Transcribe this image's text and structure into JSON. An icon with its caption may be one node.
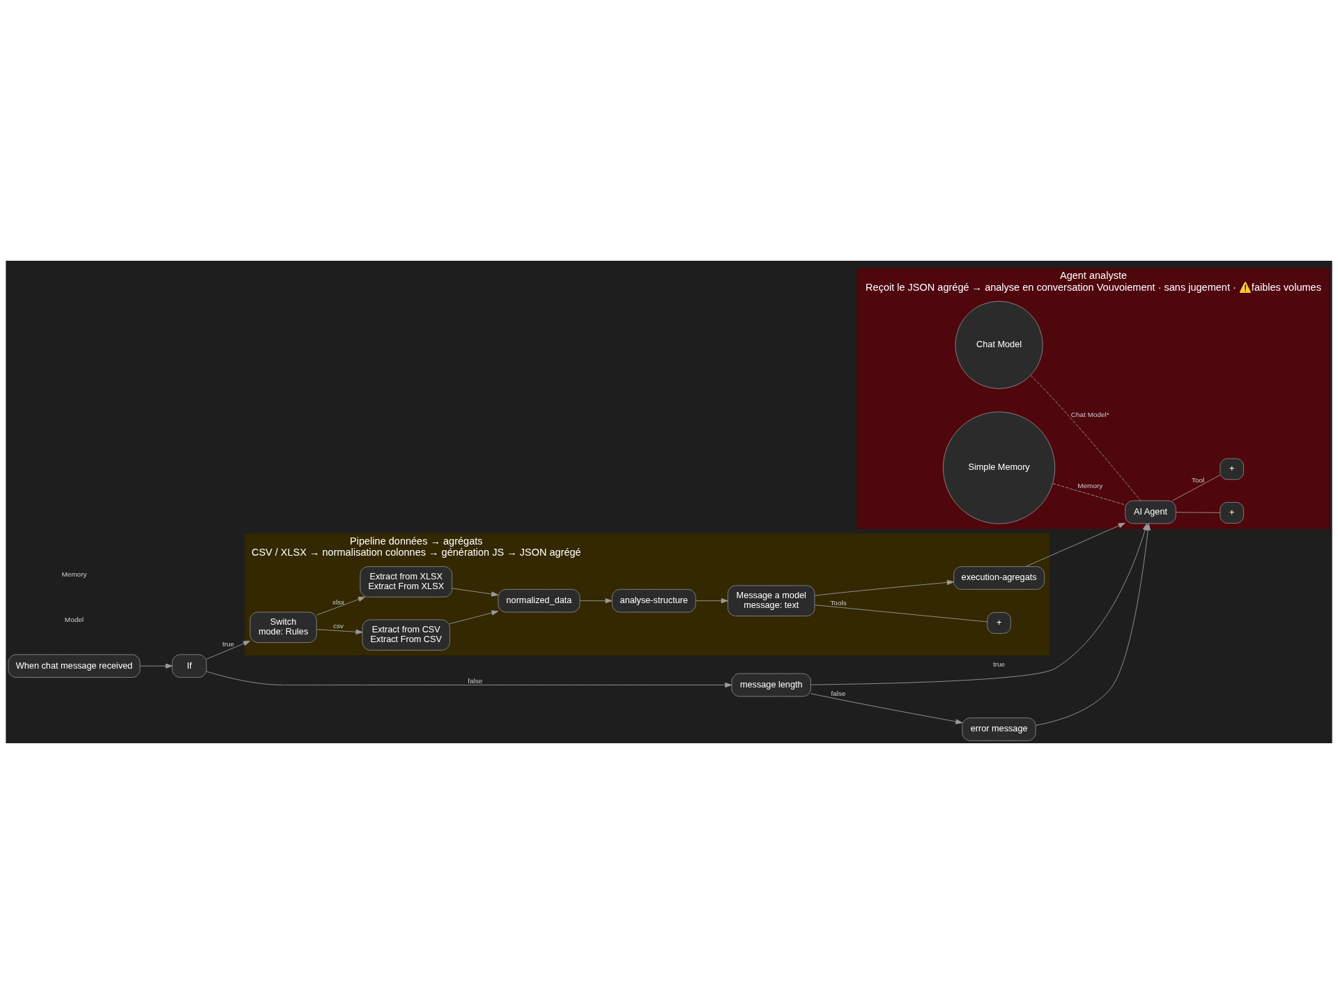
{
  "diagram": {
    "nodes": [
      {
        "text": [
          "Pipeline données → agrégats",
          "CSV / XLSX → normalisation colonnes → génération JS → JSON agrégé"
        ]
      },
      {
        "text": [
          "Switch",
          "mode: Rules"
        ],
        "in": 0
      },
      {
        "text": [
          "Extract from CSV",
          "Extract From CSV"
        ],
        "in": 0
      },
      {
        "text": [
          "Extract from XLSX",
          "Extract From XLSX"
        ],
        "in": 0
      },
      {
        "text": [
          "normalized_data"
        ],
        "in": 0
      },
      {
        "text": [
          "analyse-structure"
        ],
        "in": 0
      },
      {
        "text": [
          "Message a model",
          "message: text"
        ],
        "in": 0
      },
      {
        "text": [
          "+"
        ],
        "in": 0
      },
      {
        "text": [
          "execution-agregats"
        ],
        "in": 0
      },
      {
        "text": [
          "Agent analyste",
          "Reçoit le JSON agrégé → analyse en conversation Vouvoiement · sans jugement · ⚠️faibles volumes"
        ]
      },
      {
        "text": [
          "AI Agent"
        ],
        "in": 9
      },
      {
        "text": [
          "+"
        ],
        "in": 9
      },
      {
        "text": [
          "+"
        ],
        "in": 9
      },
      {
        "text": [
          "Chat Model"
        ],
        "in": 9
      },
      {
        "text": [
          "Simple Memory"
        ],
        "in": 9
      },
      {
        "text": [
          "When chat message received"
        ]
      },
      {
        "text": [
          "If"
        ]
      },
      {
        "text": [
          "message length"
        ]
      },
      {
        "text": [
          "error message"
        ]
      }
    ],
    "edges": [
      {
        "from": 15,
        "to": 16,
        "arrow": "to"
      },
      {
        "from": 16,
        "to": 1,
        "arrow": "to",
        "label": "true"
      },
      {
        "from": 16,
        "to": 17,
        "arrow": "to",
        "label": "false"
      },
      {
        "from": 1,
        "to": 2,
        "arrow": "to",
        "label": "csv"
      },
      {
        "from": 1,
        "to": 3,
        "arrow": "to",
        "label": "xlsx"
      },
      {
        "from": 2,
        "to": 4,
        "arrow": "to"
      },
      {
        "from": 3,
        "to": 4,
        "arrow": "to"
      },
      {
        "from": 4,
        "to": 5,
        "arrow": "to"
      },
      {
        "from": 5,
        "to": 6,
        "arrow": "to"
      },
      {
        "from": 6,
        "to": 7,
        "arrow": "none",
        "label": "Tools"
      },
      {
        "from": 6,
        "to": 8,
        "arrow": "to"
      },
      {
        "from": 8,
        "to": 10,
        "arrow": "to"
      },
      {
        "from": 17,
        "to": 10,
        "arrow": "to",
        "label": "true"
      },
      {
        "from": 17,
        "to": 18,
        "arrow": "to",
        "label": "false"
      },
      {
        "from": 18,
        "to": 10,
        "arrow": "to"
      },
      {
        "from": 10,
        "to": 11,
        "arrow": "none"
      },
      {
        "from": 10,
        "to": 12,
        "arrow": "none",
        "label": "Tool"
      },
      {
        "from": 13,
        "to": 10,
        "arrow": "none",
        "label": "Chat Model*",
        "style": "dashed"
      },
      {
        "from": 14,
        "to": 10,
        "arrow": "none",
        "label": "Memory",
        "style": "dashed"
      }
    ],
    "labels": [
      "Model",
      "Memory"
    ]
  }
}
